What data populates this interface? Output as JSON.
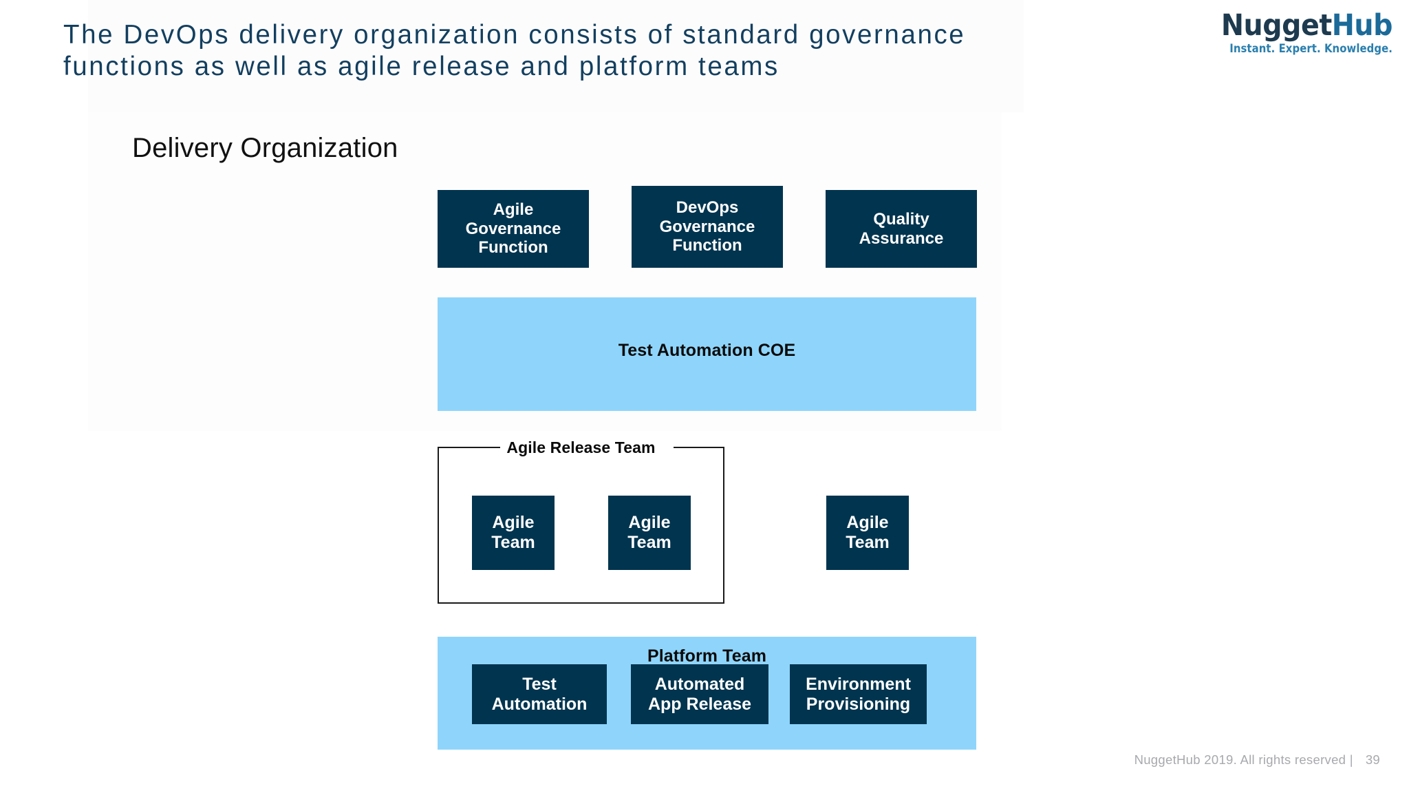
{
  "slide": {
    "title": "The DevOps delivery organization consists of standard governance\nfunctions as well as agile release and platform teams",
    "section_heading": "Delivery Organization"
  },
  "brand": {
    "logo_word_part1": "Nugget",
    "logo_word_part2": "Hub",
    "logo_tagline": "Instant. Expert. Knowledge.",
    "navy": "#00344F",
    "light_blue": "#8FD5FB",
    "title_blue": "#133F5F",
    "logo_dark": "#1D3A4F",
    "logo_accent": "#1B6A99"
  },
  "governance_row": [
    {
      "label": "Agile\nGovernance\nFunction"
    },
    {
      "label": "DevOps\nGovernance\nFunction"
    },
    {
      "label": "Quality\nAssurance"
    }
  ],
  "coe": {
    "title": "Test Automation COE"
  },
  "agile_release": {
    "group_label": "Agile Release Team",
    "teams": [
      {
        "label": "Agile\nTeam"
      },
      {
        "label": "Agile\nTeam"
      },
      {
        "label": "Agile\nTeam"
      }
    ]
  },
  "platform": {
    "title": "Platform Team",
    "boxes": [
      {
        "label": "Test\nAutomation"
      },
      {
        "label": "Automated\nApp Release"
      },
      {
        "label": "Environment\nProvisioning"
      }
    ]
  },
  "footer": {
    "copyright": "NuggetHub 2019. All rights reserved |",
    "page_number": "39"
  }
}
